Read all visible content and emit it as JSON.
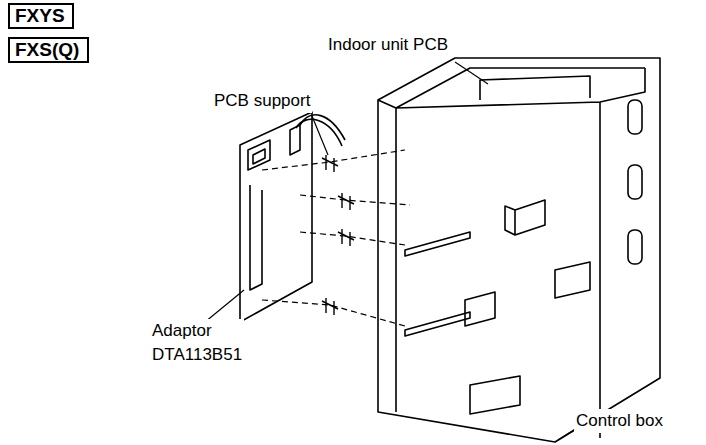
{
  "diagram": {
    "nodes": [
      {
        "text": [
          "FXYS"
        ]
      },
      {
        "text": [
          "FXS(Q)"
        ]
      }
    ],
    "labels": [
      "Indoor unit PCB",
      "PCB support",
      "Adaptor DTA113B51",
      "Control box"
    ]
  }
}
